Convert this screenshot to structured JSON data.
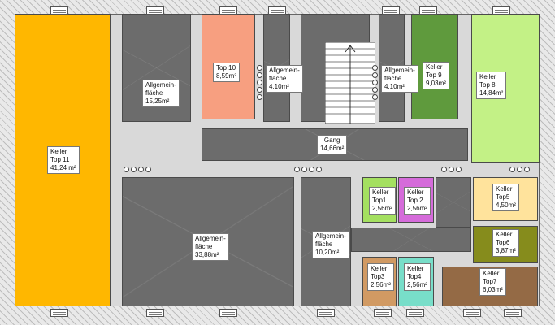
{
  "colors": {
    "common_area": "#6c6c6c",
    "keller_top_11": "#ffb700",
    "top_10": "#f79f80",
    "keller_top_9": "#5f9a3d",
    "keller_top_8": "#c3f186",
    "keller_top_1": "#a4e060",
    "keller_top_2": "#d56bda",
    "keller_top_5": "#ffe39c",
    "keller_top_6": "#868c1c",
    "keller_top_7": "#946a45",
    "keller_top_3": "#d19a63",
    "keller_top_4": "#78dec9",
    "stair": "#ffffff"
  },
  "rooms": {
    "keller_top_11": {
      "lines": [
        "Keller",
        "Top  11",
        "41,24 m²"
      ]
    },
    "allg_15_25": {
      "lines": [
        "Allgemein-",
        "fläche",
        "15,25m²"
      ]
    },
    "top_10": {
      "lines": [
        "Top 10",
        "8,59m²"
      ]
    },
    "allg_4_10_left": {
      "lines": [
        "Allgemein-",
        "fläche",
        "4,10m²"
      ]
    },
    "allg_4_10_right": {
      "lines": [
        "Allgemein-",
        "fläche",
        "4,10m²"
      ]
    },
    "keller_top_9": {
      "lines": [
        "Keller",
        "Top 9",
        "9,03m²"
      ]
    },
    "keller_top_8": {
      "lines": [
        "Keller",
        "Top 8",
        "14,84m²"
      ]
    },
    "gang": {
      "lines": [
        "Gang",
        "14,66m²"
      ]
    },
    "allg_33_88": {
      "lines": [
        "Allgemein-",
        "fläche",
        "33,88m²"
      ]
    },
    "allg_10_20": {
      "lines": [
        "Allgemein-",
        "fläche",
        "10,20m²"
      ]
    },
    "keller_top_1": {
      "lines": [
        "Keller",
        "Top1",
        "2,56m²"
      ]
    },
    "keller_top_2": {
      "lines": [
        "Keller",
        "Top 2",
        "2,56m²"
      ]
    },
    "keller_top_5": {
      "lines": [
        "Keller",
        "Top5",
        "4,50m²"
      ]
    },
    "keller_top_6": {
      "lines": [
        "Keller",
        "Top6",
        "3,87m²"
      ]
    },
    "keller_top_7": {
      "lines": [
        "Keller",
        "Top7",
        "6,03m²"
      ]
    },
    "keller_top_3": {
      "lines": [
        "Keller",
        "Top3",
        "2,56m²"
      ]
    },
    "keller_top_4": {
      "lines": [
        "Keller",
        "Top4",
        "2,56m²"
      ]
    }
  },
  "icons": {
    "window": "window-icon",
    "vent": "vent-holes-icon",
    "stair": "staircase-icon"
  }
}
